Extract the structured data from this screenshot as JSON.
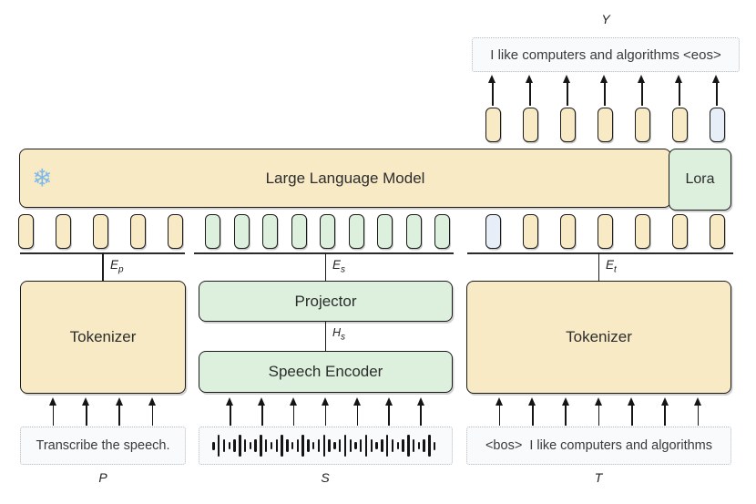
{
  "colors": {
    "beige": "#F9EAC6",
    "green": "#DCF0DD",
    "blue": "#E8EEF8",
    "snowflake_blue": "#7FB9E8"
  },
  "icons": {
    "snowflake": "❄"
  },
  "output": {
    "label": "Y",
    "text": "I like computers and algorithms <eos>",
    "tokens": [
      "beige",
      "beige",
      "beige",
      "beige",
      "beige",
      "beige",
      "blue"
    ],
    "arrow_count": 7
  },
  "llm": {
    "label": "Large Language Model",
    "lora": "Lora"
  },
  "embeddings": {
    "prompt": {
      "main": "E",
      "sub": "p",
      "tokens": [
        "beige",
        "beige",
        "beige",
        "beige",
        "beige"
      ]
    },
    "speech": {
      "main": "E",
      "sub": "s",
      "tokens": [
        "green",
        "green",
        "green",
        "green",
        "green",
        "green",
        "green",
        "green",
        "green"
      ]
    },
    "text": {
      "main": "E",
      "sub": "t",
      "tokens": [
        "blue",
        "beige",
        "beige",
        "beige",
        "beige",
        "beige",
        "beige"
      ]
    }
  },
  "modules": {
    "prompt_tokenizer": "Tokenizer",
    "projector": "Projector",
    "hidden": {
      "main": "H",
      "sub": "s"
    },
    "speech_encoder": "Speech Encoder",
    "text_tokenizer": "Tokenizer"
  },
  "inputs": {
    "prompt": {
      "text": "Transcribe the speech.",
      "label": "P",
      "arrow_count": 4
    },
    "speech": {
      "label": "S",
      "arrow_count": 7,
      "waveform_heights": [
        9,
        24,
        14,
        8,
        14,
        24,
        14,
        8,
        14,
        24,
        14,
        8,
        14,
        24,
        14,
        8,
        14,
        24,
        14,
        8,
        14,
        24,
        14,
        8,
        14,
        24,
        14,
        8,
        14,
        24,
        14,
        8,
        14,
        24,
        14,
        8,
        14,
        24,
        14,
        8,
        14,
        24,
        9
      ]
    },
    "text": {
      "text": "<bos>  I like computers and algorithms",
      "label": "T",
      "arrow_count": 7
    }
  }
}
